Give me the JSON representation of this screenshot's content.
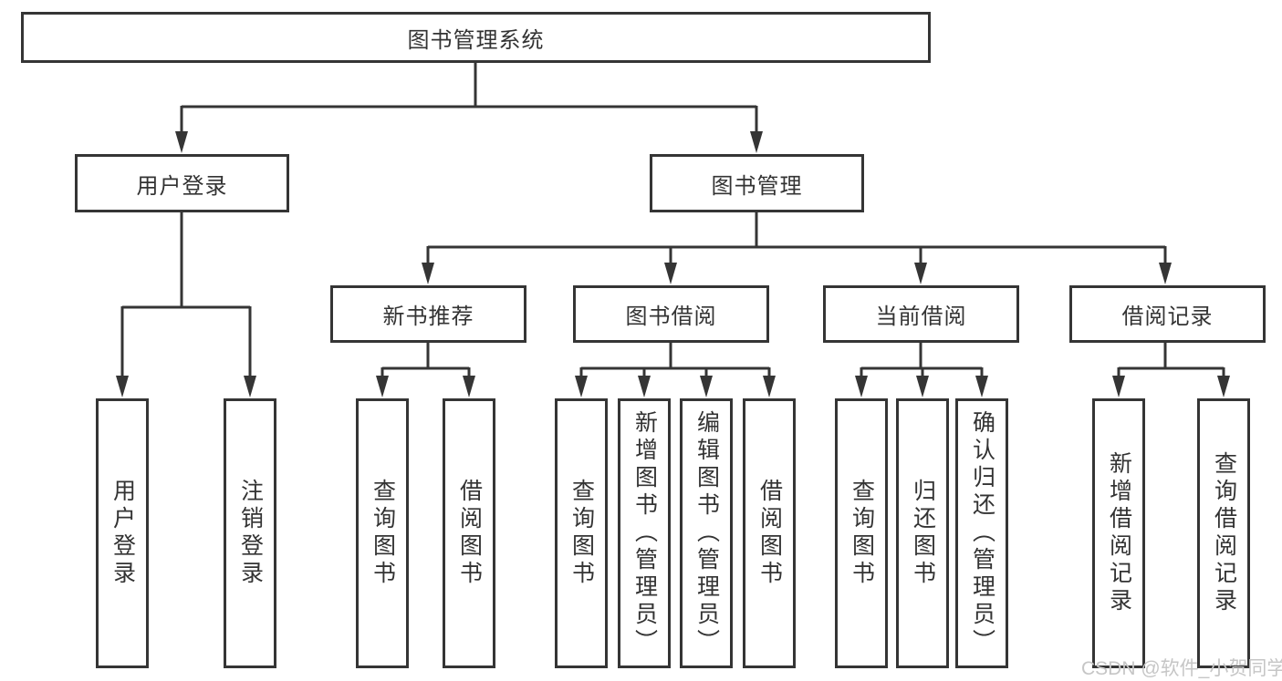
{
  "colors": {
    "line": "#353535",
    "text": "#333333",
    "background": "#ffffff",
    "watermark_text": "#c6c6c6"
  },
  "tree": {
    "root": "图书管理系统",
    "branches": [
      {
        "label": "用户登录",
        "children": [
          "用户登录",
          "注销登录"
        ]
      },
      {
        "label": "图书管理",
        "sections": [
          {
            "label": "新书推荐",
            "children": [
              "查询图书",
              "借阅图书"
            ]
          },
          {
            "label": "图书借阅",
            "children": [
              "查询图书",
              "新增图书（管理员）",
              "编辑图书（管理员）",
              "借阅图书"
            ]
          },
          {
            "label": "当前借阅",
            "children": [
              "查询图书",
              "归还图书",
              "确认归还（管理员）"
            ]
          },
          {
            "label": "借阅记录",
            "children": [
              "新增借阅记录",
              "查询借阅记录"
            ]
          }
        ]
      }
    ]
  },
  "watermark": {
    "text": "CSDN @软件_小贺同学"
  }
}
